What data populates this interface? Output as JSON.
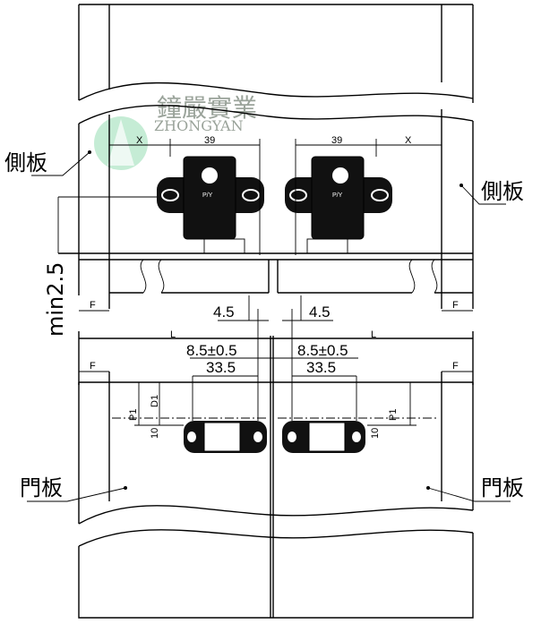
{
  "watermark": {
    "cn": "鐘嚴實業",
    "en": "ZHONGYAN",
    "color": "#6fcf97"
  },
  "labels": {
    "side_panel_left": "側板",
    "side_panel_right": "側板",
    "door_panel_left": "門板",
    "door_panel_right": "門板",
    "min_gap": "min2.5"
  },
  "dimensions": {
    "x_left": "X",
    "x_right": "X",
    "w39_left": "39",
    "w39_right": "39",
    "f_tl": "F",
    "f_tr": "F",
    "f_bl": "F",
    "f_br": "F",
    "d45_left": "4.5",
    "d45_right": "4.5",
    "l_left": "L",
    "l_right": "L",
    "d85_left": "8.5±0.5",
    "d85_right": "8.5±0.5",
    "d335_left": "33.5",
    "d335_right": "33.5",
    "p1_left": "P1",
    "d1_left": "D1",
    "p1_right": "P1",
    "ten_left": "10",
    "ten_right": "10"
  },
  "hinge_mark": "P/Y"
}
